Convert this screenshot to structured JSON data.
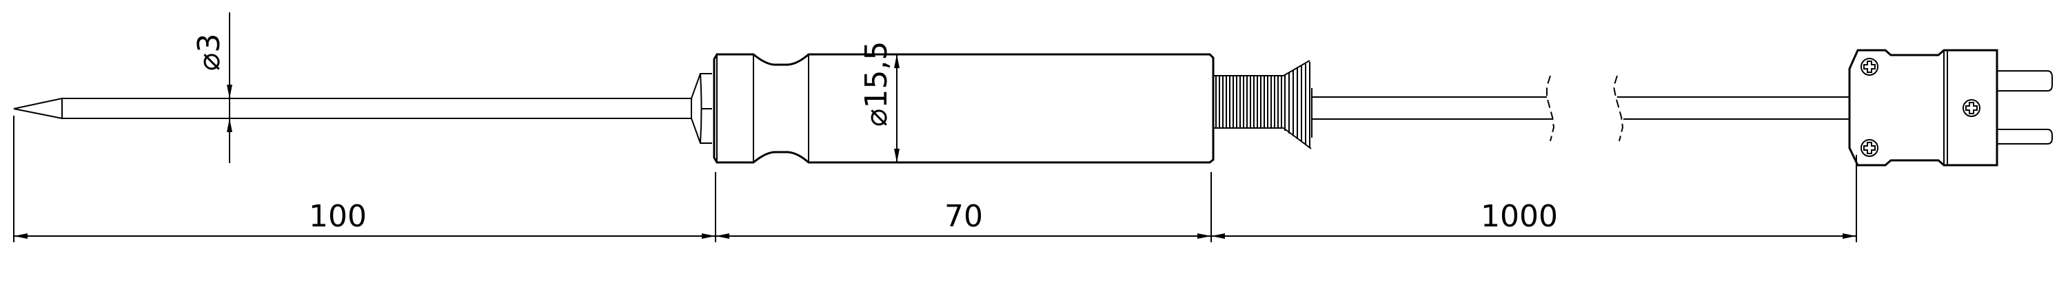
{
  "drawing": {
    "title": "Thermocouple insertion probe with handle, cable and miniature plug",
    "units": "mm",
    "colors": {
      "line": "#000000",
      "background": "#ffffff"
    }
  },
  "dimensions": {
    "shaft_diameter": {
      "symbol": "⌀",
      "value": "3",
      "label": "⌀3"
    },
    "handle_diameter": {
      "symbol": "⌀",
      "value": "15,5",
      "label": "⌀15,5"
    },
    "probe_length": {
      "value": "100",
      "label": "100"
    },
    "handle_length": {
      "value": "70",
      "label": "70"
    },
    "cable_length": {
      "value": "1000",
      "label": "1000"
    }
  },
  "components": [
    {
      "id": "probe-tip",
      "label": "Pointed tip"
    },
    {
      "id": "probe-shaft",
      "label": "Probe shaft"
    },
    {
      "id": "handle",
      "label": "Handle"
    },
    {
      "id": "strain-relief-spring",
      "label": "Anti-kink spring"
    },
    {
      "id": "cable",
      "label": "Cable (with break)"
    },
    {
      "id": "miniature-plug",
      "label": "Miniature connector plug"
    }
  ]
}
